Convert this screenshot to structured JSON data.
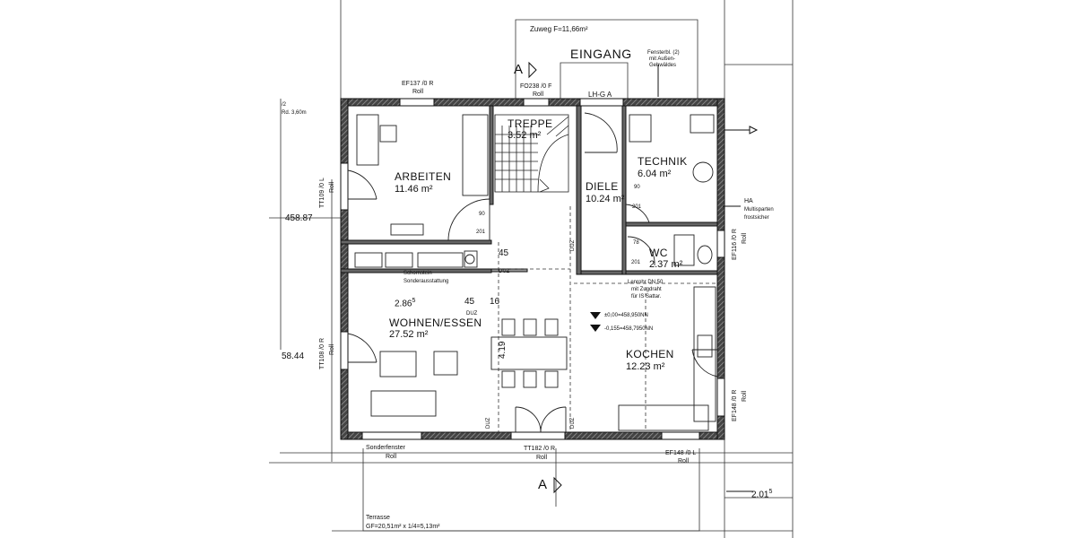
{
  "rooms": {
    "arbeiten": {
      "name": "ARBEITEN",
      "area": "11.46 m²"
    },
    "treppe": {
      "name": "TREPPE",
      "area": "3.52 m²"
    },
    "diele": {
      "name": "DIELE",
      "area": "10.24 m²"
    },
    "technik": {
      "name": "TECHNIK",
      "area": "6.04 m²"
    },
    "wc": {
      "name": "WC",
      "area": "2.37 m²"
    },
    "wohnen": {
      "name": "WOHNEN/ESSEN",
      "area": "27.52 m²"
    },
    "kochen": {
      "name": "KOCHEN",
      "area": "12.23 m²"
    }
  },
  "entrance": {
    "title": "EINGANG",
    "path": "Zuweg F=11,66m²",
    "lhg": "LH-G A",
    "note1": "Fensterbl. (2)",
    "note2": "mit Außen-",
    "note3": "Gehwäldes"
  },
  "windows": {
    "ef137": {
      "code": "EF137 /0 R",
      "type": "Roll"
    },
    "fo238": {
      "code": "FO238 /0 F",
      "type": "Roll"
    },
    "tt109": {
      "code": "TT109 /0 L",
      "type": "Roll"
    },
    "tt108": {
      "code": "TT108 /0 R",
      "type": "Roll"
    },
    "ef116": {
      "code": "EF116 /0 R",
      "type": "Roll"
    },
    "ef148r": {
      "code": "EF148 /0 R",
      "type": "Roll"
    },
    "ef148l": {
      "code": "EF148 /0 L",
      "type": "Roll"
    },
    "tt182": {
      "code": "TT182 /0 R",
      "type": "Roll"
    },
    "sonder": {
      "code": "Sonderfenster",
      "type": "Roll"
    }
  },
  "notes": {
    "schornstein1": "Schornstein",
    "schornstein2": "Sonderausstattung",
    "lueftung1": "Lenrohr DN 50",
    "lueftung2": "mit Zugdraht",
    "lueftung3": "für IS Sattar.",
    "level1": "±0,00=458,950NN",
    "level2": "-0,155=458,7950NN",
    "ha": "HA",
    "ha2": "Multisparten",
    "ha3": "frostsicher",
    "terrasse1": "Terrasse",
    "terrasse2": "GF=20,51m² x 1/4=5,13m²",
    "left_top1": "Rd. 3,60m",
    "left_top2": "/2"
  },
  "dims": {
    "left1": "458.87",
    "left2": "58.44",
    "d90a": "90",
    "d201a": "201",
    "d90b": "90",
    "d201b": "201",
    "d78": "78",
    "d201c": "201",
    "d45": "45",
    "d45b": "45",
    "d16": "16",
    "d286": "2.86",
    "d286sup": "5",
    "d419": "4.19",
    "d2015": "2.01",
    "d2015sup": "5",
    "duz1": "DUZ",
    "duz2": "DUZ",
    "duz3": "DUZ",
    "duz4": "DUZ",
    "duz5": "DUZ"
  },
  "section_marks": {
    "top": "A",
    "bottom": "A"
  }
}
